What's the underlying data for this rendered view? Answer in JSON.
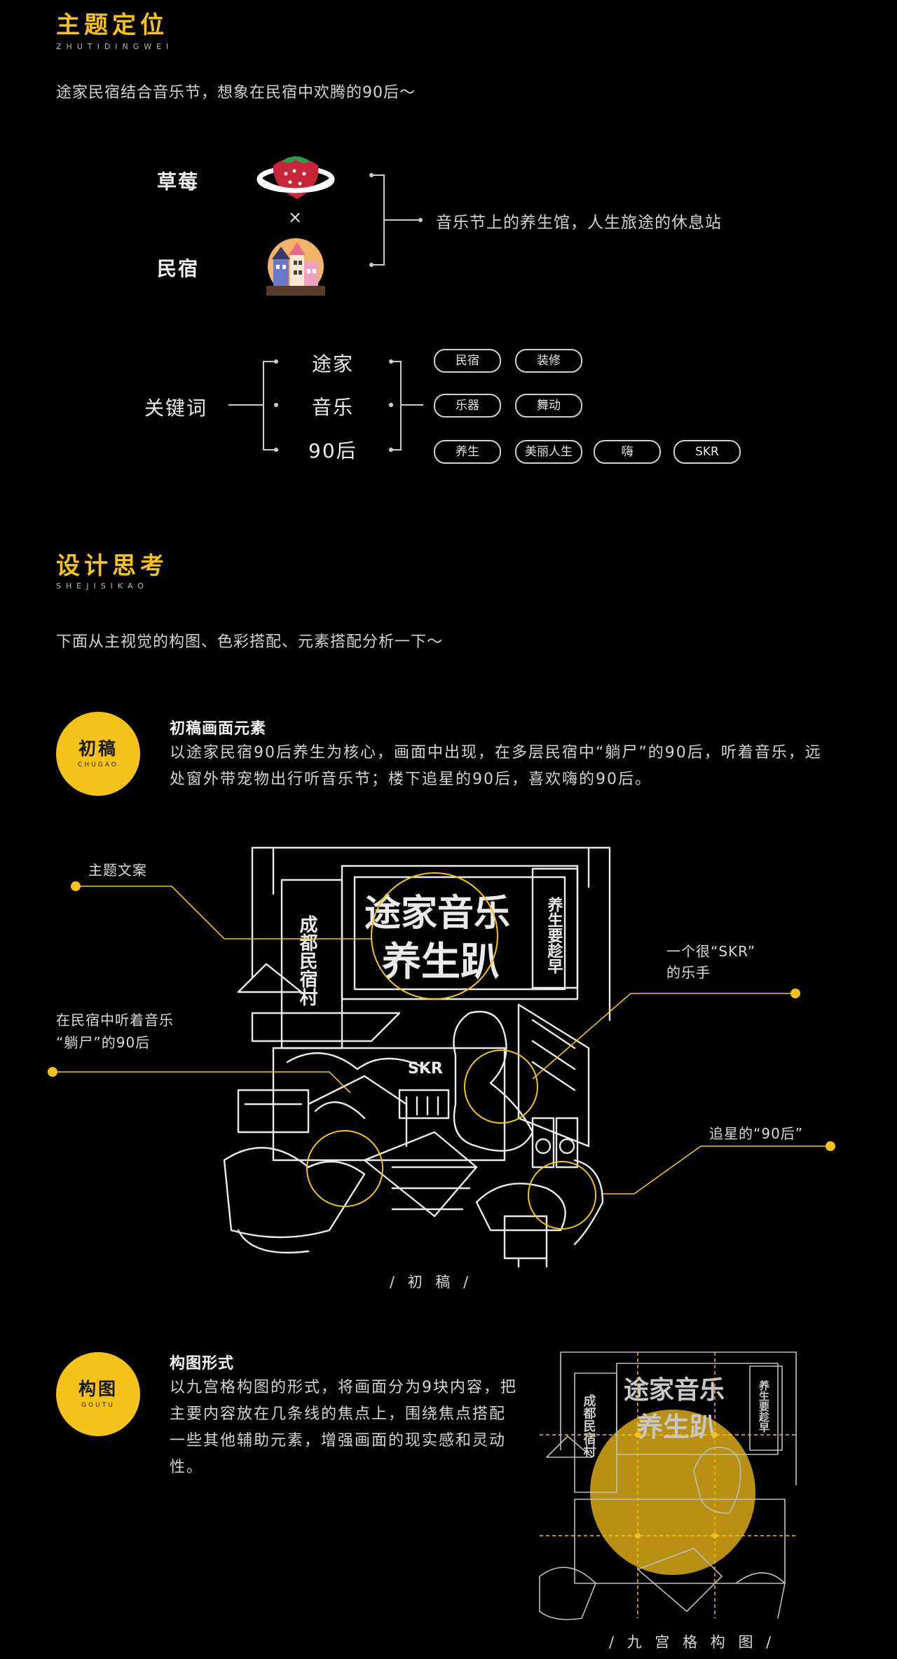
{
  "section1": {
    "title": "主题定位",
    "subtitle": "ZHUTIDINGWEI",
    "intro": "途家民宿结合音乐节，想象在民宿中欢腾的90后～",
    "combo": {
      "left_top": "草莓",
      "cross": "×",
      "left_bottom": "民宿",
      "slogan": "音乐节上的养生馆，人生旅途的休息站"
    },
    "keywords": {
      "label": "关键词",
      "items": [
        {
          "word": "途家",
          "tags": [
            "民宿",
            "装修"
          ]
        },
        {
          "word": "音乐",
          "tags": [
            "乐器",
            "舞动"
          ]
        },
        {
          "word": "90后",
          "tags": [
            "养生",
            "美丽人生",
            "嗨",
            "SKR"
          ]
        }
      ]
    }
  },
  "section2": {
    "title": "设计思考",
    "subtitle": "SHEJISIKAO",
    "intro": "下面从主视觉的构图、色彩搭配、元素搭配分析一下～",
    "draft": {
      "badge_main": "初稿",
      "badge_sub": "CHUGAO",
      "title": "初稿画面元素",
      "body": "以途家民宿90后养生为核心，画面中出现，在多层民宿中“躺尸”的90后，听着音乐，远处窗外带宠物出行听音乐节；楼下追星的90后，喜欢嗨的90后。",
      "annotations": {
        "theme_copy": "主题文案",
        "lying_line1": "在民宿中听着音乐",
        "lying_line2": "“躺尸”的90后",
        "skr_line1": "一个很“SKR”",
        "skr_line2": "的乐手",
        "fan": "追星的“90后”"
      },
      "illustration": {
        "vertical_left": "成都民宿村",
        "title_top": "途家音乐",
        "title_bottom": "养生趴",
        "vertical_right": "养生要趁早",
        "skr": "SKR"
      },
      "caption": "/ 初 稿 /"
    },
    "composition": {
      "badge_main": "构图",
      "badge_sub": "GOUTU",
      "title": "构图形式",
      "body": "以九宫格构图的形式，将画面分为9块内容，把主要内容放在几条线的焦点上，围绕焦点搭配一些其他辅助元素，增强画面的现实感和灵动性。",
      "caption": "/ 九 宫 格 构 图 /"
    }
  },
  "colors": {
    "accent": "#f5c21b",
    "background": "#000000",
    "text": "#d8d8d8",
    "strawberry": "#c8253a"
  }
}
